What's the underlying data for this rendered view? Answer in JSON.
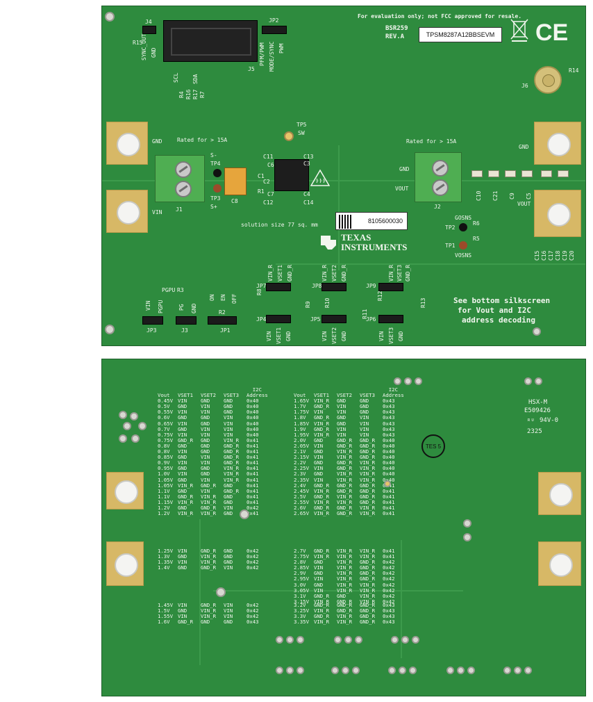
{
  "top": {
    "notice": "For evaluation only; not FCC approved for resale.",
    "board_id": "BSR259",
    "rev": "REV.A",
    "part_label": "TPSM8287A12BBSEVM",
    "serial_label": "8105600030",
    "brand_line1": "TEXAS",
    "brand_line2": "INSTRUMENTS",
    "ce_mark": "CE",
    "rated_left": "Rated for > 15A",
    "rated_right": "Rated for > 15A",
    "gnd": "GND",
    "vin": "VIN",
    "vout": "VOUT",
    "solution_size": "solution size 77 sq. mm",
    "bottom_note": [
      "See bottom silkscreen",
      "for Vout and I2C",
      "address decoding"
    ],
    "refdes": {
      "j1": "J1",
      "j2": "J2",
      "j3": "J3",
      "j4": "J4",
      "j5": "J5",
      "j6": "J6",
      "jp1": "JP1",
      "jp2": "JP2",
      "jp3": "JP3",
      "jp4": "JP4",
      "jp5": "JP5",
      "jp6": "JP6",
      "jp7": "JP7",
      "jp8": "JP8",
      "jp9": "JP9",
      "tp1": "TP1",
      "tp2": "TP2",
      "tp3": "TP3",
      "tp4": "TP4",
      "tp5": "TP5",
      "r1": "R1",
      "r2": "R2",
      "r3": "R3",
      "r4": "R4",
      "r5": "R5",
      "r6": "R6",
      "r7": "R7",
      "r8": "R8",
      "r9": "R9",
      "r10": "R10",
      "r11": "R11",
      "r12": "R12",
      "r13": "R13",
      "r14": "R14",
      "r15": "R15",
      "r16": "R16",
      "r17": "R17",
      "c8": "C8",
      "c10": "C10",
      "c21": "C21",
      "c9": "C9",
      "c5": "C5",
      "c11": "C11",
      "c13": "C13",
      "c6": "C6",
      "c3": "C3",
      "c7": "C7",
      "c4": "C4",
      "c12": "C12",
      "c14": "C14",
      "c1": "C1",
      "c2": "C2",
      "c15": "C15",
      "c16": "C16",
      "c17": "C17",
      "c18": "C18",
      "c19": "C19",
      "c20": "C20"
    },
    "silk": {
      "sync_out": "SYNC_OUT",
      "gnd": "GND",
      "pfm_pwm": "PFM/PWM",
      "mode_sync": "MODE/SYNC",
      "pwm": "PWM",
      "scl": "SCL",
      "sda": "SDA",
      "sw": "SW",
      "s_minus": "S-",
      "s_plus": "S+",
      "gosns": "GOSNS",
      "vosns": "VOSNS",
      "pgpu": "PGPU",
      "pg": "PG",
      "on": "ON",
      "en": "EN",
      "off": "OFF",
      "vin_r": "VIN_R",
      "vset1": "VSET1",
      "vset2": "VSET2",
      "vset3": "VSET3",
      "gnd_r": "GND_R",
      "vin": "VIN"
    }
  },
  "bottom": {
    "marking1": "HSX-M",
    "marking2": "E509426",
    "marking3": "94V-0",
    "marking4": "2325",
    "stamp": "TES 5",
    "headers": [
      "Vout",
      "VSET1",
      "VSET2",
      "VSET3",
      "I2C Address"
    ],
    "left_rows_a": [
      [
        "0.45V",
        "VIN",
        "GND",
        "GND",
        "0x40"
      ],
      [
        "0.5V",
        "GND",
        "VIN",
        "GND",
        "0x40"
      ],
      [
        "0.55V",
        "VIN",
        "VIN",
        "GND",
        "0x40"
      ],
      [
        "0.6V",
        "GND",
        "GND",
        "VIN",
        "0x40"
      ],
      [
        "0.65V",
        "VIN",
        "GND",
        "VIN",
        "0x40"
      ],
      [
        "0.7V",
        "GND",
        "VIN",
        "VIN",
        "0x40"
      ],
      [
        "0.75V",
        "VIN",
        "VIN",
        "VIN",
        "0x40"
      ],
      [
        "0.75V",
        "GND_R",
        "GND",
        "VIN_R",
        "0x41"
      ],
      [
        "0.8V",
        "GND",
        "GND",
        "GND_R",
        "0x41"
      ],
      [
        "0.8V",
        "VIN",
        "GND",
        "GND_R",
        "0x41"
      ],
      [
        "0.85V",
        "GND",
        "VIN",
        "GND_R",
        "0x41"
      ],
      [
        "0.9V",
        "VIN",
        "VIN",
        "GND_R",
        "0x41"
      ],
      [
        "0.95V",
        "GND",
        "GND",
        "VIN_R",
        "0x41"
      ],
      [
        "1.0V",
        "VIN",
        "GND",
        "VIN_R",
        "0x41"
      ],
      [
        "1.05V",
        "GND",
        "VIN",
        "VIN_R",
        "0x41"
      ],
      [
        "1.05V",
        "VIN_R",
        "GND_R",
        "GND",
        "0x41"
      ],
      [
        "1.1V",
        "GND",
        "VIN",
        "GND_R",
        "0x41"
      ],
      [
        "1.1V",
        "GND_R",
        "VIN_R",
        "GND",
        "0x41"
      ],
      [
        "1.15V",
        "VIN_R",
        "VIN_R",
        "GND",
        "0x41"
      ],
      [
        "1.2V",
        "GND",
        "GND_R",
        "VIN",
        "0x42"
      ],
      [
        "1.2V",
        "VIN_R",
        "VIN_R",
        "GND",
        "0x41"
      ]
    ],
    "right_rows_a": [
      [
        "1.65V",
        "VIN_R",
        "GND",
        "GND",
        "0x43"
      ],
      [
        "1.7V",
        "GND_R",
        "VIN",
        "GND",
        "0x43"
      ],
      [
        "1.75V",
        "VIN",
        "VIN",
        "GND",
        "0x43"
      ],
      [
        "1.8V",
        "GND_R",
        "GND",
        "VIN",
        "0x43"
      ],
      [
        "1.85V",
        "VIN_R",
        "GND",
        "VIN",
        "0x43"
      ],
      [
        "1.9V",
        "GND_R",
        "VIN",
        "VIN",
        "0x43"
      ],
      [
        "1.95V",
        "VIN_R",
        "VIN",
        "VIN",
        "0x43"
      ],
      [
        "2.0V",
        "GND",
        "GND_R",
        "GND_R",
        "0x40"
      ],
      [
        "2.05V",
        "VIN",
        "GND_R",
        "GND_R",
        "0x40"
      ],
      [
        "2.1V",
        "GND",
        "VIN_R",
        "GND_R",
        "0x40"
      ],
      [
        "2.15V",
        "VIN",
        "VIN_R",
        "GND_R",
        "0x40"
      ],
      [
        "2.2V",
        "GND",
        "GND_R",
        "VIN_R",
        "0x40"
      ],
      [
        "2.25V",
        "VIN",
        "GND_R",
        "VIN_R",
        "0x40"
      ],
      [
        "2.3V",
        "GND",
        "VIN_R",
        "VIN_R",
        "0x40"
      ],
      [
        "2.35V",
        "VIN",
        "VIN_R",
        "VIN_R",
        "0x40"
      ],
      [
        "2.4V",
        "GND_R",
        "GND_R",
        "GND_R",
        "0x41"
      ],
      [
        "2.45V",
        "VIN_R",
        "GND_R",
        "GND_R",
        "0x41"
      ],
      [
        "2.5V",
        "GND_R",
        "VIN_R",
        "GND_R",
        "0x41"
      ],
      [
        "2.55V",
        "VIN_R",
        "VIN_R",
        "GND_R",
        "0x41"
      ],
      [
        "2.6V",
        "GND_R",
        "GND_R",
        "VIN_R",
        "0x41"
      ],
      [
        "2.65V",
        "VIN_R",
        "GND_R",
        "VIN_R",
        "0x41"
      ]
    ],
    "left_rows_b": [
      [
        "1.25V",
        "VIN",
        "GND_R",
        "GND",
        "0x42"
      ],
      [
        "1.3V",
        "GND",
        "VIN_R",
        "GND",
        "0x42"
      ],
      [
        "1.35V",
        "VIN",
        "VIN_R",
        "GND",
        "0x42"
      ],
      [
        "1.4V",
        "GND",
        "GND_R",
        "VIN",
        "0x42"
      ]
    ],
    "right_rows_b": [
      [
        "2.7V",
        "GND_R",
        "VIN_R",
        "VIN_R",
        "0x41"
      ],
      [
        "2.75V",
        "VIN_R",
        "VIN_R",
        "VIN_R",
        "0x41"
      ],
      [
        "2.8V",
        "GND",
        "VIN_R",
        "GND_R",
        "0x42"
      ],
      [
        "2.85V",
        "VIN",
        "VIN_R",
        "GND_R",
        "0x42"
      ],
      [
        "2.9V",
        "GND",
        "VIN_R",
        "GND_R",
        "0x42"
      ],
      [
        "2.95V",
        "VIN",
        "VIN_R",
        "GND_R",
        "0x42"
      ],
      [
        "3.0V",
        "GND",
        "VIN_R",
        "VIN_R",
        "0x42"
      ],
      [
        "3.05V",
        "VIN",
        "VIN_R",
        "VIN_R",
        "0x42"
      ],
      [
        "3.1V",
        "GND_R",
        "GND",
        "VIN_R",
        "0x42"
      ],
      [
        "3.15V",
        "VIN_R",
        "GND_R",
        "VIN_R",
        "0x42"
      ]
    ],
    "left_rows_c": [
      [
        "1.45V",
        "VIN",
        "GND_R",
        "VIN",
        "0x42"
      ],
      [
        "1.5V",
        "GND",
        "VIN_R",
        "VIN",
        "0x42"
      ],
      [
        "1.55V",
        "VIN",
        "VIN_R",
        "VIN",
        "0x42"
      ],
      [
        "1.6V",
        "GND_R",
        "GND",
        "GND",
        "0x43"
      ]
    ],
    "right_rows_c": [
      [
        "3.2V",
        "GND_R",
        "GND_R",
        "GND_R",
        "0x43"
      ],
      [
        "3.25V",
        "VIN_R",
        "GND_R",
        "GND_R",
        "0x43"
      ],
      [
        "3.3V",
        "GND_R",
        "VIN_R",
        "GND_R",
        "0x43"
      ],
      [
        "3.35V",
        "VIN_R",
        "VIN_R",
        "GND_R",
        "0x43"
      ]
    ]
  },
  "colors": {
    "pcb": "#2e8b3e",
    "pad": "#d7b866",
    "silk": "#f2f6ef",
    "terminal": "#4fae52"
  }
}
